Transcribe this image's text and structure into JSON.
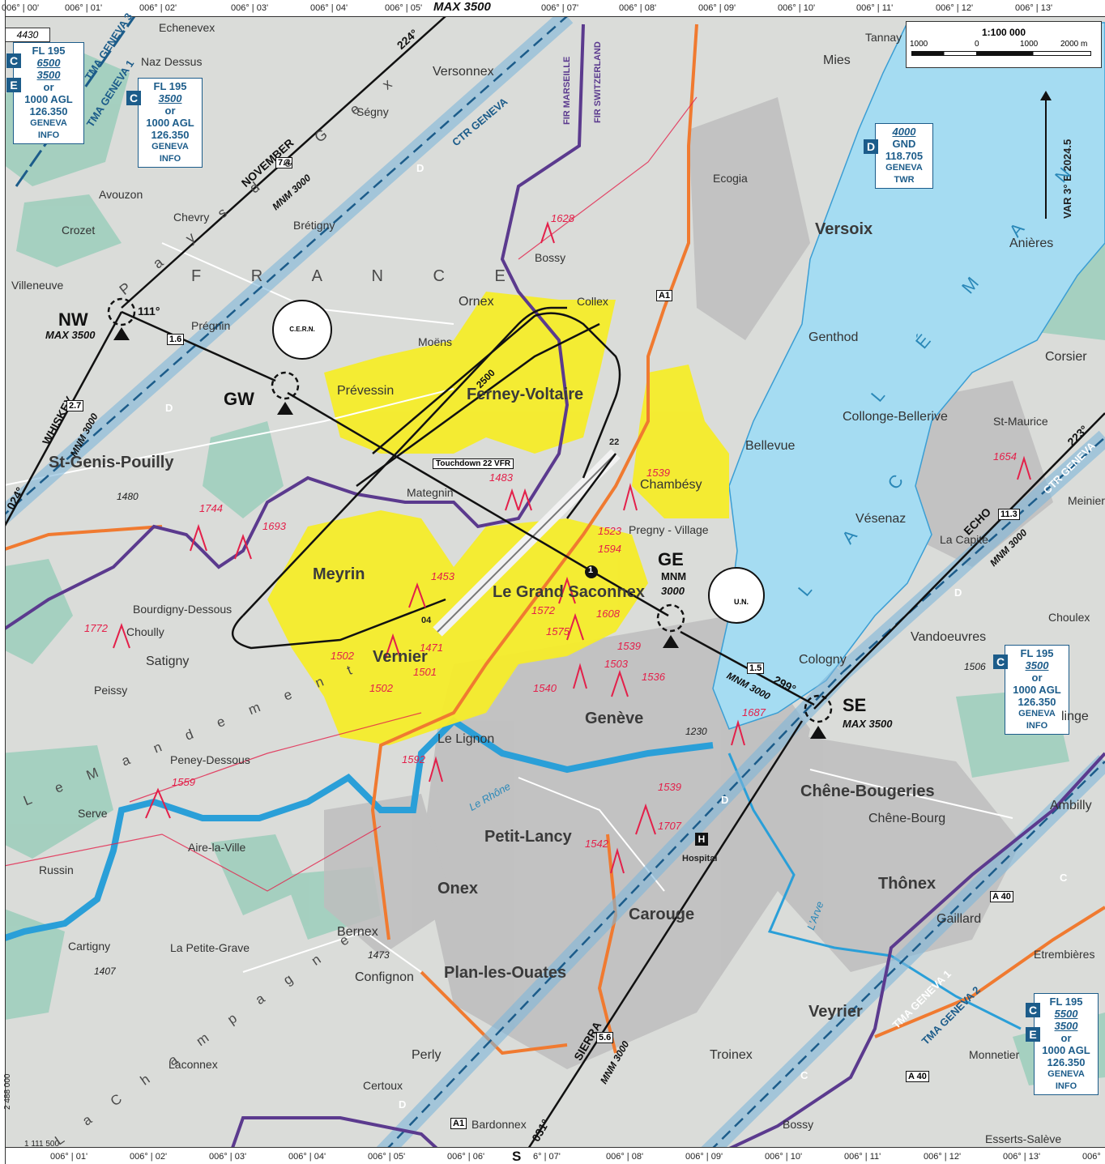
{
  "chart_ref": "4430",
  "scale": {
    "label": "1:100 000",
    "ticks": [
      "1000",
      "0",
      "1000",
      "2000 m"
    ]
  },
  "magnetic": "VAR 3° E 2024.5",
  "longitudes_top": [
    "006° | 00'",
    "006° | 01'",
    "006° | 02'",
    "006° | 03'",
    "006° | 04'",
    "006° | 05'",
    "006° | 07'",
    "006° | 08'",
    "006° | 09'",
    "006° | 10'",
    "006° | 11'",
    "006° | 12'",
    "006° | 13'"
  ],
  "longitudes_bottom": [
    "006° | 01'",
    "006° | 02'",
    "006° | 03'",
    "006° | 04'",
    "006° | 05'",
    "006° | 06'",
    "6° | 07'",
    "006° | 08'",
    "006° | 09'",
    "006° | 10'",
    "006° | 11'",
    "006° | 12'",
    "006° | 13'",
    "006°"
  ],
  "grid_refs": {
    "left_bottom": "1 111 500",
    "left_side": "2 488 000"
  },
  "airspace_boxes": [
    {
      "classes": [
        "C",
        "E"
      ],
      "lines": [
        "FL 195",
        "6500",
        "3500",
        "or",
        "1000 AGL",
        "126.350",
        "GENEVA",
        "INFO"
      ]
    },
    {
      "classes": [
        "C"
      ],
      "lines": [
        "FL 195",
        "3500",
        "or",
        "1000 AGL",
        "126.350",
        "GENEVA",
        "INFO"
      ]
    },
    {
      "classes": [
        "D"
      ],
      "lines": [
        "4000",
        "GND",
        "118.705",
        "GENEVA",
        "TWR"
      ]
    },
    {
      "classes": [
        "C"
      ],
      "lines": [
        "FL 195",
        "3500",
        "or",
        "1000 AGL",
        "126.350",
        "GENEVA",
        "INFO"
      ]
    },
    {
      "classes": [
        "C",
        "E"
      ],
      "lines": [
        "FL 195",
        "5500",
        "3500",
        "or",
        "1000 AGL",
        "126.350",
        "GENEVA",
        "INFO"
      ]
    }
  ],
  "reporting_points": {
    "nw": {
      "name": "NW",
      "sub": "MAX 3500"
    },
    "gw": {
      "name": "GW"
    },
    "ge": {
      "name": "GE",
      "sub1": "MNM",
      "sub2": "3000"
    },
    "se": {
      "name": "SE",
      "sub": "MAX 3500"
    },
    "s": {
      "name": "S"
    },
    "top": {
      "sub": "MAX 3500"
    }
  },
  "routes": {
    "november": {
      "name": "NOVEMBER",
      "dist": "7.4",
      "mnm": "MNM 3000",
      "hdg": "224°"
    },
    "whiskey": {
      "name": "WHISKEY",
      "dist": "2.7",
      "mnm": "MNM 3000",
      "hdg": "024°"
    },
    "echo": {
      "name": "ECHO",
      "dist": "11.3",
      "mnm": "MNM 3000",
      "hdg": "223°"
    },
    "sierra": {
      "name": "SIERRA",
      "dist": "5.6",
      "mnm": "MNM 3000",
      "hdg": "031°"
    },
    "nw_gw": {
      "dist": "1.6",
      "hdg": "111°"
    },
    "ge_se": {
      "dist": "1.5",
      "hdg": "299°",
      "mnm": "MNM 3000"
    },
    "circuit": {
      "alt": "2500",
      "touchdown": "Touchdown 22 VFR",
      "rwy1": "22",
      "rwy2": "04"
    }
  },
  "airspace_labels": {
    "ctr_geneva": "CTR GENEVA",
    "ctr_geneva_se": "CTR GENEVA",
    "tma_geneva3": "TMA GENEVA 3",
    "tma_geneva1": "TMA GENEVA 1",
    "tma_geneva1_se": "TMA GENEVA 1",
    "tma_geneva2": "TMA GENEVA 2",
    "fir_marseille": "FIR MARSEILLE",
    "fir_switzerland": "FIR SWITZERLAND",
    "d": "D",
    "c": "C"
  },
  "symbols": {
    "cern": "C.E.R.N.",
    "un": "U.N.",
    "hospital": "Hospital",
    "hospital_h": "H",
    "point1": "1"
  },
  "roads": {
    "a1_n": "A1",
    "a1_s": "A1",
    "a40_e": "A 40",
    "a40_se": "A 40"
  },
  "lake": {
    "line1": "L A C",
    "line2": "L É M A N"
  },
  "regions": {
    "france": "F R A N C E",
    "pays_de_gex": "P a y s   d e   G e x",
    "mandement": "L e   M a n d e m e n t",
    "champagne": "L a   C h a m p a g n e",
    "rhone": "Le Rhône",
    "arve": "L'Arve"
  },
  "towns": {
    "echenevex": "Echenevex",
    "naz": "Naz Dessus",
    "versonnex": "Versonnex",
    "segny": "Ségny",
    "tannay": "Tannay",
    "mies": "Mies",
    "avouzon": "Avouzon",
    "chevry": "Chevry",
    "crozet": "Crozet",
    "bretigny": "Brétigny",
    "ecogia": "Ecogia",
    "bossy": "Bossy",
    "versoix": "Versoix",
    "anieres": "Anières",
    "villeneuve": "Villeneuve",
    "ornex": "Ornex",
    "collex": "Collex",
    "pregnin": "Prégnin",
    "moens": "Moëns",
    "genthod": "Genthod",
    "corsier": "Corsier",
    "prevessin": "Prévessin",
    "ferney": "Ferney-Voltaire",
    "collonge": "Collonge-Bellerive",
    "stmaurice": "St-Maurice",
    "bellevue": "Bellevue",
    "stgenis": "St-Genis-Pouilly",
    "chambesy": "Chambésy",
    "mategnin": "Mategnin",
    "vesenaz": "Vésenaz",
    "meinier": "Meinier",
    "pregny": "Pregny - Village",
    "lacapite": "La Capite",
    "meyrin": "Meyrin",
    "grandsaconnex": "Le Grand Saconnex",
    "bourdigny": "Bourdigny-Dessous",
    "choully": "Choully",
    "choulex": "Choulex",
    "vandoeuvres": "Vandoeuvres",
    "satigny": "Satigny",
    "vernier": "Vernier",
    "cologny": "Cologny",
    "peissy": "Peissy",
    "geneve": "Genève",
    "lignon": "Le Lignon",
    "peney": "Peney-Dessous",
    "chenebougeries": "Chêne-Bougeries",
    "chenebourg": "Chêne-Bourg",
    "ambilly": "Ambilly",
    "serve": "Serve",
    "petitlancy": "Petit-Lancy",
    "airelaville": "Aire-la-Ville",
    "russin": "Russin",
    "onex": "Onex",
    "thonex": "Thônex",
    "gaillard": "Gaillard",
    "carouge": "Carouge",
    "bernex": "Bernex",
    "cartigny": "Cartigny",
    "lapetitegrave": "La Petite-Grave",
    "confignon": "Confignon",
    "planlesouates": "Plan-les-Ouates",
    "etrembieres": "Etrembières",
    "veyrier": "Veyrier",
    "perly": "Perly",
    "laconnex": "Laconnex",
    "troinex": "Troinex",
    "monnetier": "Monnetier",
    "certoux": "Certoux",
    "bardonnex": "Bardonnex",
    "bossy2": "Bossy",
    "esserts": "Esserts-Salève",
    "linge": "linge"
  },
  "elevations_red": {
    "e1628": "1628",
    "e1483": "1483",
    "e1744": "1744",
    "e1693": "1693",
    "e1539a": "1539",
    "e1523": "1523",
    "e1594": "1594",
    "e1453": "1453",
    "e1572": "1572",
    "e1575": "1575",
    "e1608": "1608",
    "e1772": "1772",
    "e1502a": "1502",
    "e1471": "1471",
    "e1501": "1501",
    "e1539b": "1539",
    "e1503": "1503",
    "e1536": "1536",
    "e1502b": "1502",
    "e1540": "1540",
    "e1687": "1687",
    "e1592": "1592",
    "e1559": "1559",
    "e1539c": "1539",
    "e1707": "1707",
    "e1542": "1542",
    "e1654": "1654"
  },
  "elevations_black": {
    "e1480": "1480",
    "e1506": "1506",
    "e1230": "1230",
    "e1473": "1473",
    "e1407": "1407"
  }
}
